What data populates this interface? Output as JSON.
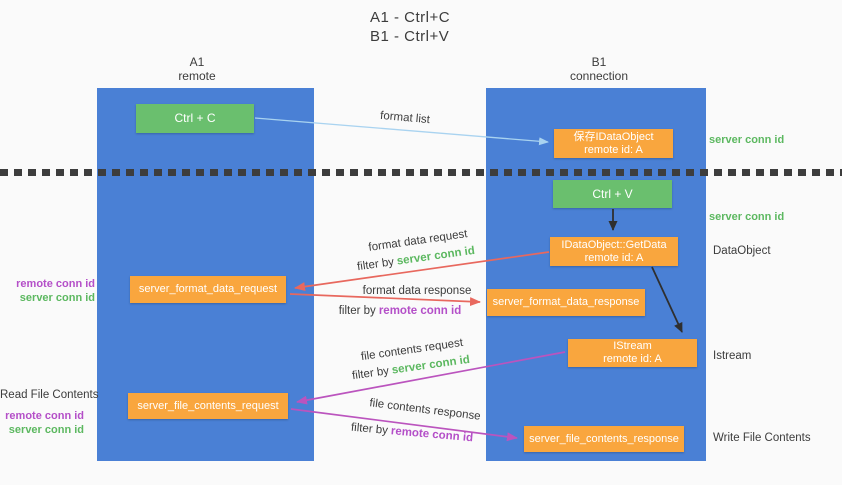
{
  "title": {
    "line1": "A1 - Ctrl+C",
    "line2": "B1 - Ctrl+V"
  },
  "lanes": {
    "left": {
      "name": "A1",
      "subtitle": "remote"
    },
    "right": {
      "name": "B1",
      "subtitle": "connection"
    }
  },
  "boxes": {
    "ctrl_c": "Ctrl + C",
    "ctrl_v": "Ctrl + V",
    "save_idataobject": "保存IDataObject",
    "getdata": "IDataObject::GetData",
    "istream": "IStream",
    "remote_id": "remote id: A",
    "format_request": "server_format_data_request",
    "format_response": "server_format_data_response",
    "file_request": "server_file_contents_request",
    "file_response": "server_file_contents_response"
  },
  "edge_labels": {
    "format_list": "format list",
    "format_data_request": "format data request",
    "format_data_response": "format data response",
    "file_contents_request": "file contents request",
    "file_contents_response": "file contents response",
    "filter_by": "filter by",
    "server_conn_id": "server conn id",
    "remote_conn_id": "remote conn id"
  },
  "side_labels": {
    "remote_conn_id": "remote conn id",
    "server_conn_id": "server conn id",
    "read_file_contents": "Read File Contents",
    "write_file_contents": "Write File Contents",
    "dataobject": "DataObject",
    "istream": "Istream"
  },
  "colors": {
    "lane_blue": "#4a80d5",
    "box_green": "#6abf6e",
    "box_orange": "#f9a63e",
    "arrow_salmon": "#e8685e",
    "arrow_magenta": "#bb54be",
    "arrow_light_blue": "#a9d3f0",
    "arrow_black": "#2f2f2f",
    "label_green": "#5cb860",
    "label_purple": "#b44fc8",
    "text_dark": "#3c3c3c",
    "background": "#fafafa"
  }
}
